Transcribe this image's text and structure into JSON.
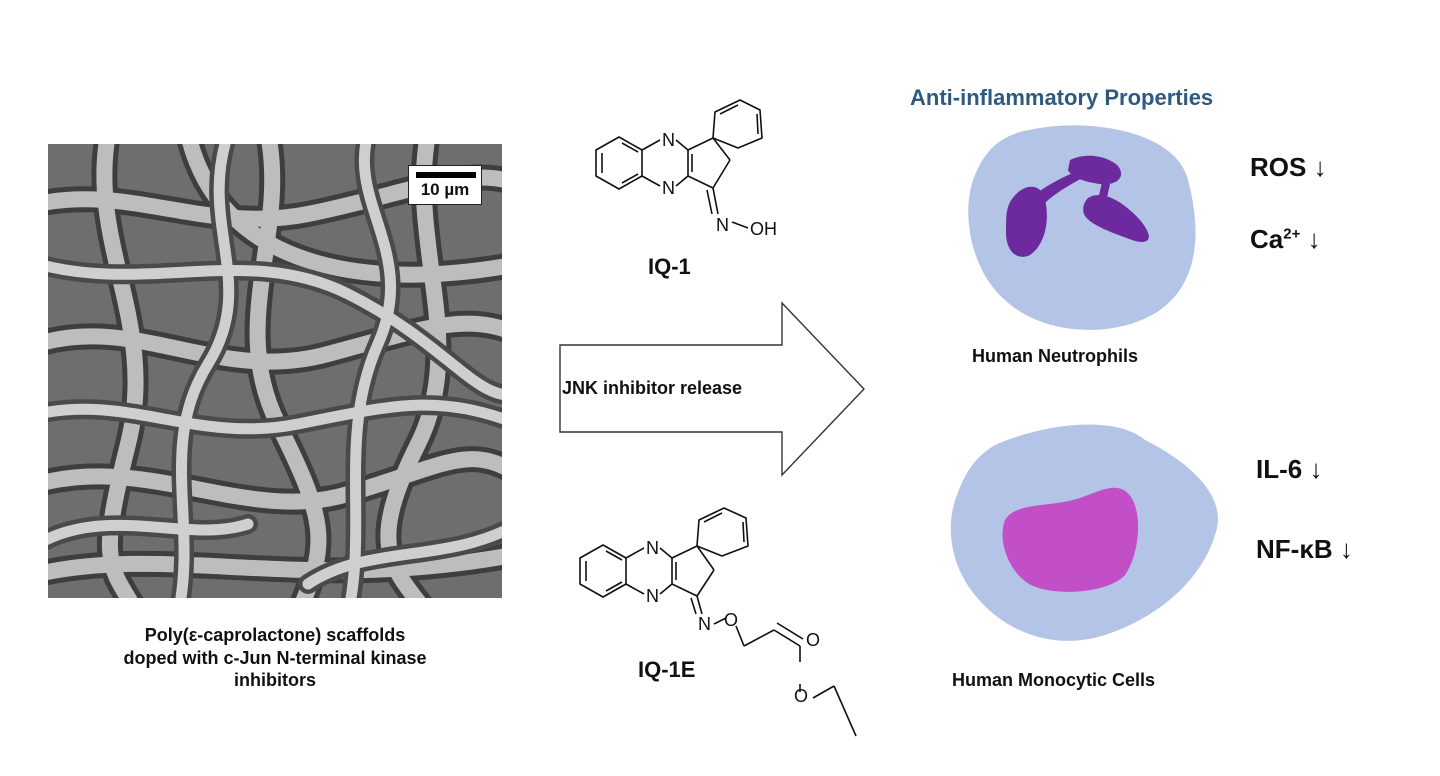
{
  "title": "Anti-inflammatory Properties",
  "scale_bar": "10 µm",
  "scaffold_caption": [
    "Poly(ε-caprolactone) scaffolds",
    "doped with c-Jun N-terminal kinase",
    "inhibitors"
  ],
  "arrow_label": "JNK inhibitor release",
  "compounds": {
    "top": {
      "name": "IQ-1",
      "atoms": {
        "n1": "N",
        "n2": "N",
        "n3": "N",
        "oh": "OH"
      }
    },
    "bottom": {
      "name": "IQ-1E",
      "atoms": {
        "n1": "N",
        "n2": "N",
        "n3": "N",
        "o1": "O",
        "o2": "O",
        "o3": "O"
      }
    }
  },
  "neutrophil": {
    "label": "Human Neutrophils",
    "markers": [
      {
        "name": "ROS",
        "arrow": "↓"
      },
      {
        "name": "Ca",
        "sup": "2+",
        "arrow": "↓"
      }
    ]
  },
  "monocyte": {
    "label": "Human Monocytic Cells",
    "markers": [
      {
        "name": "IL-6",
        "arrow": "↓"
      },
      {
        "name": "NF-κB",
        "arrow": "↓"
      }
    ]
  },
  "colors": {
    "title": "#2e5a80",
    "cell_body": "#b3c4e6",
    "neutrophil_nucleus": "#6d2a9e",
    "monocyte_nucleus": "#c24fc7"
  }
}
